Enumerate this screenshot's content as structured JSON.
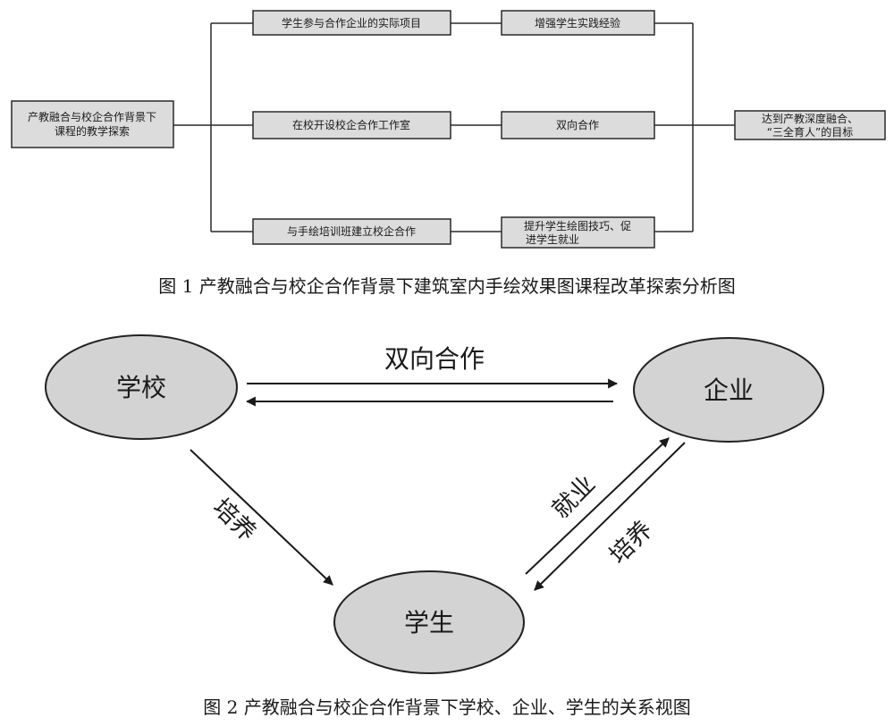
{
  "figure1": {
    "source_box": [
      "产教融合与校企合作背景下",
      "课程的教学探索"
    ],
    "rows": [
      {
        "action": [
          "学生参与合作企业的实际项目"
        ],
        "result": [
          "增强学生实践经验"
        ]
      },
      {
        "action": [
          "在校开设校企合作工作室"
        ],
        "result": [
          "双向合作"
        ]
      },
      {
        "action": [
          "与手绘培训班建立校企合作"
        ],
        "result": [
          "提升学生绘图技巧、促",
          "进学生就业"
        ]
      }
    ],
    "goal_box": [
      "达到产教深度融合、",
      "“三全育人”的目标"
    ],
    "caption": "图 1  产教融合与校企合作背景下建筑室内手绘效果图课程改革探索分析图"
  },
  "figure2": {
    "nodes": {
      "school": "学校",
      "enterprise": "企业",
      "student": "学生"
    },
    "edge_labels": {
      "two_way": "双向合作",
      "school_to_student": "培养",
      "student_to_enterprise": "就业",
      "enterprise_to_student": "培养"
    },
    "caption": "图 2  产教融合与校企合作背景下学校、企业、学生的关系视图"
  },
  "colors": {
    "box_fill": "#dcdcdc",
    "ellipse_fill": "#d3d3d3",
    "stroke": "#2a2a2a"
  }
}
